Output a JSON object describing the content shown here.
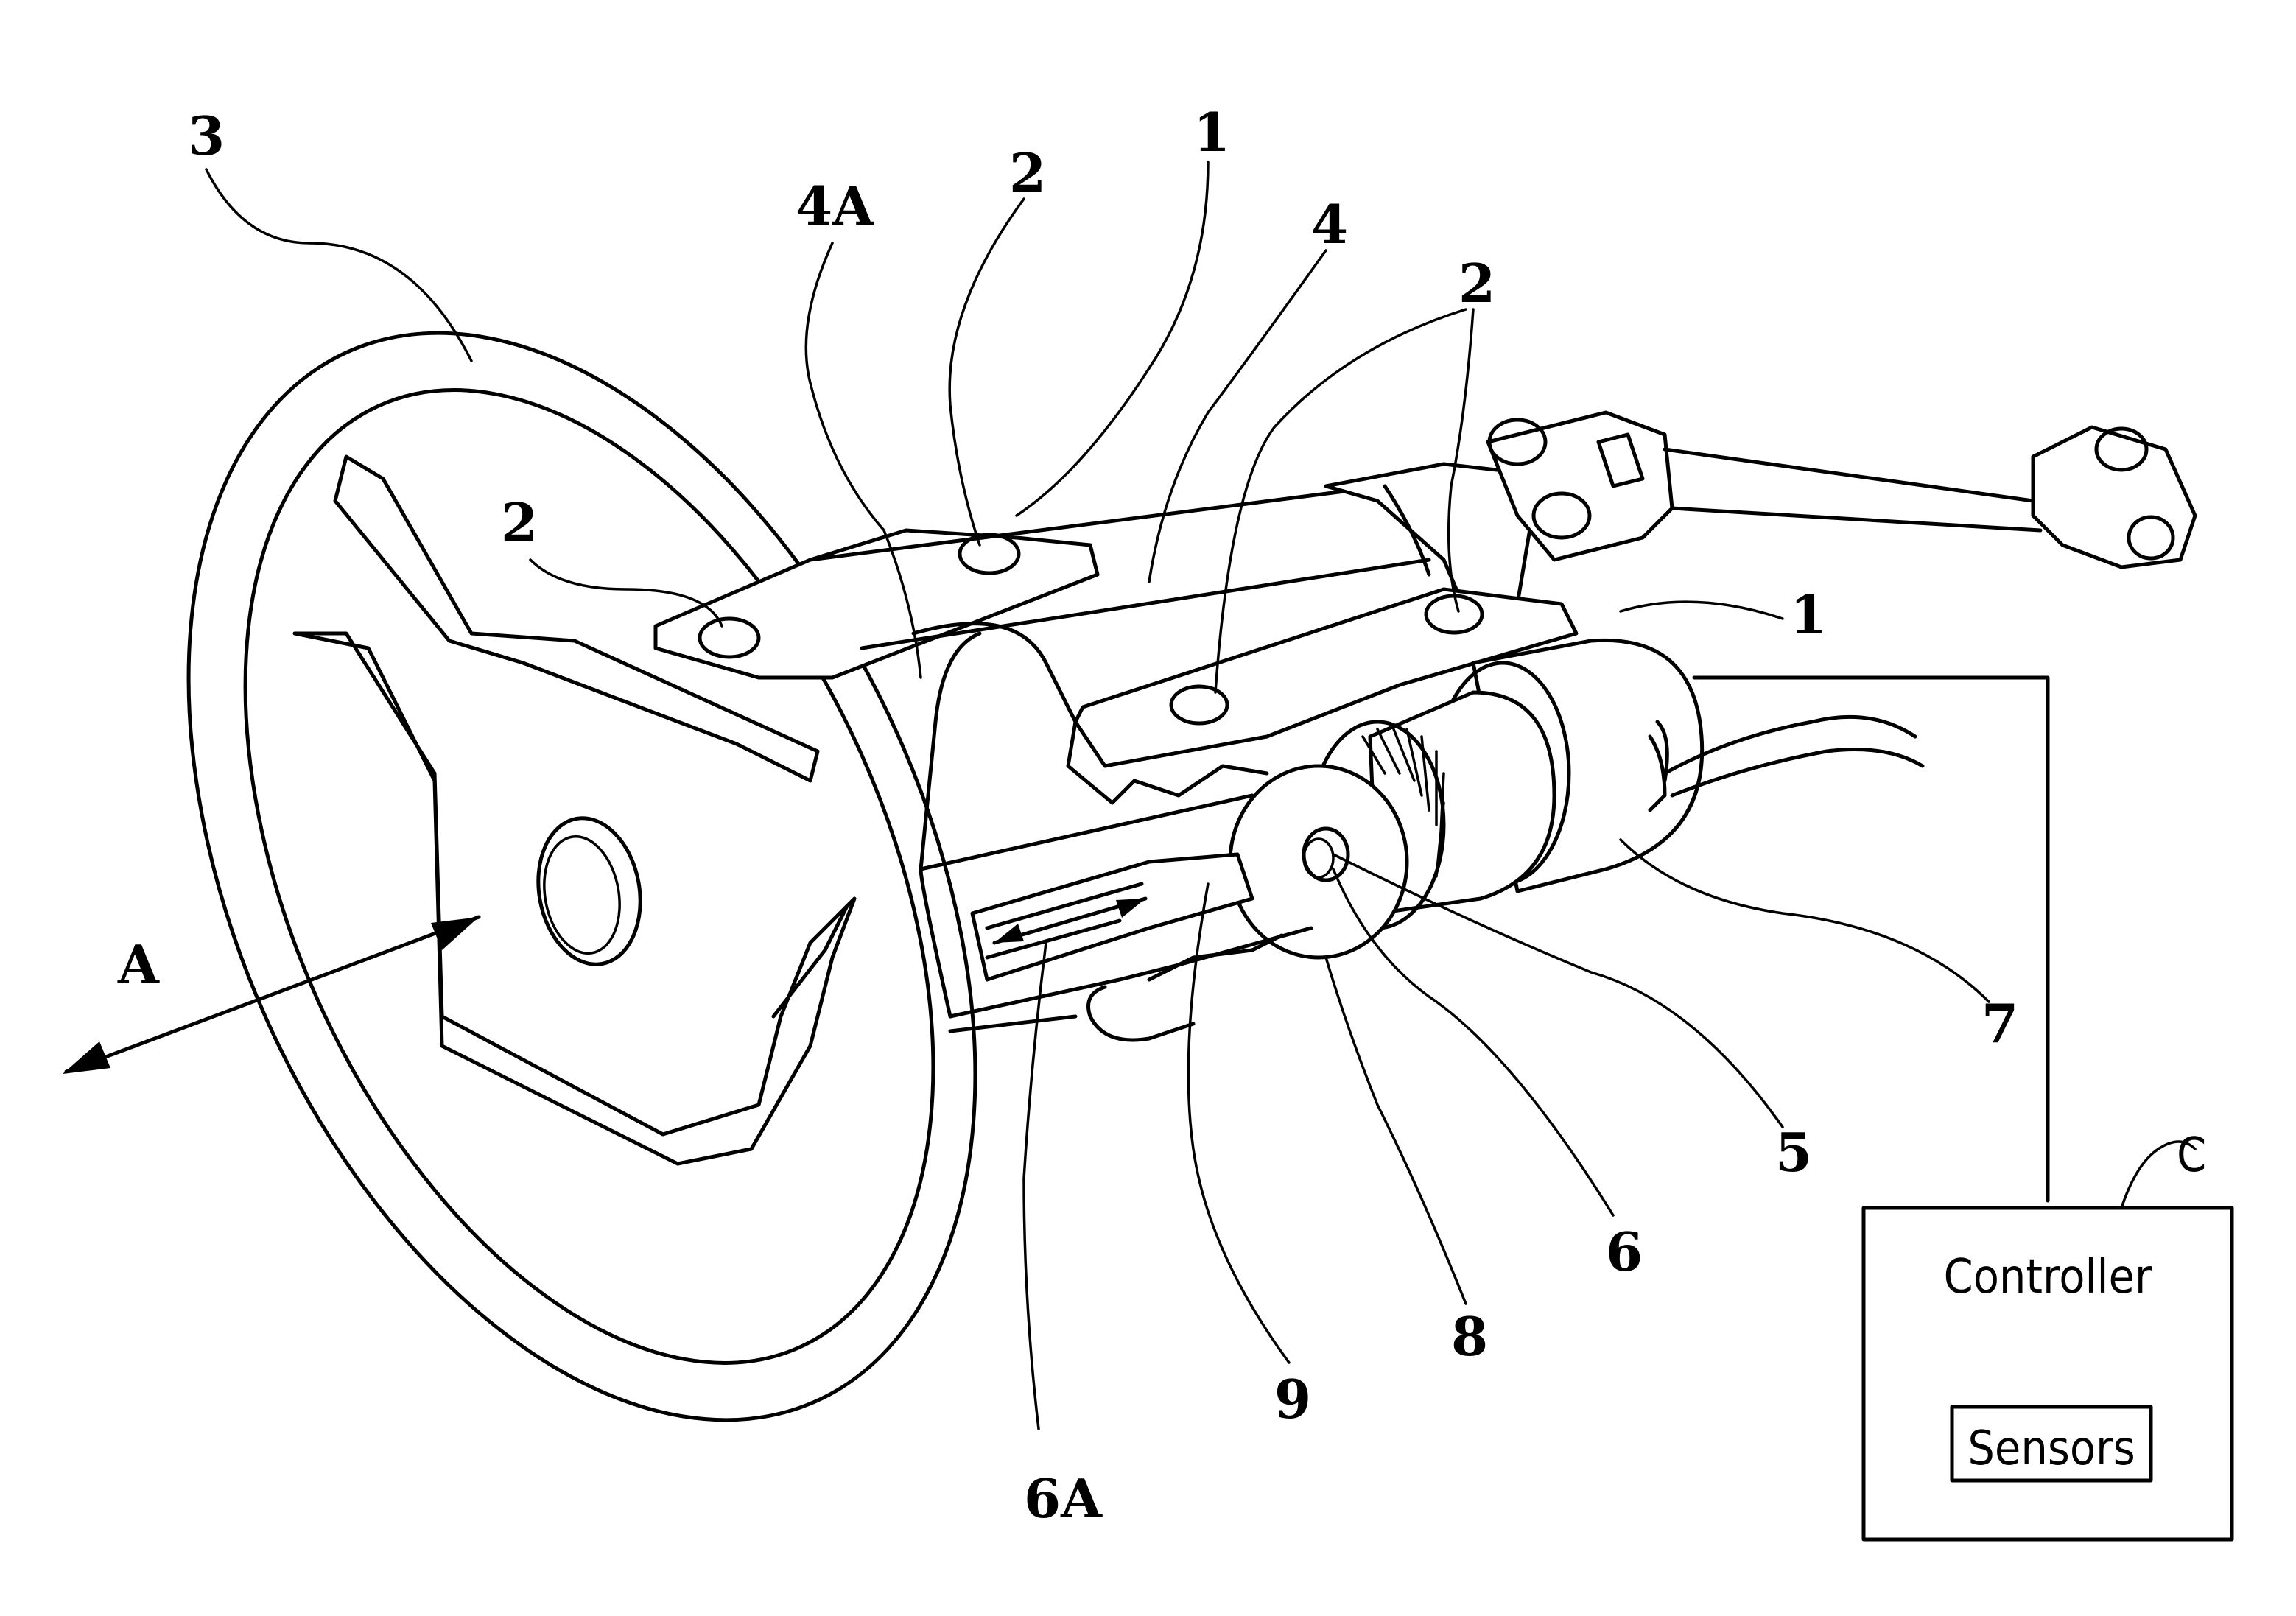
{
  "labels": {
    "steering_wheel": "3",
    "column_tube": "4A",
    "bracket_top": "1",
    "bracket_right": "1",
    "bolt_top_left": "2",
    "bolt_top_mid": "2",
    "bolt_top_right": "2",
    "jacket": "4",
    "motor": "5",
    "motor_shaft": "6",
    "gear_housing": "7",
    "gear": "8",
    "slider": "9",
    "rack_slot": "6A",
    "axial_direction": "A",
    "controller_ref": "C"
  },
  "controller_box": {
    "title": "Controller",
    "sensors_label": "Sensors"
  }
}
